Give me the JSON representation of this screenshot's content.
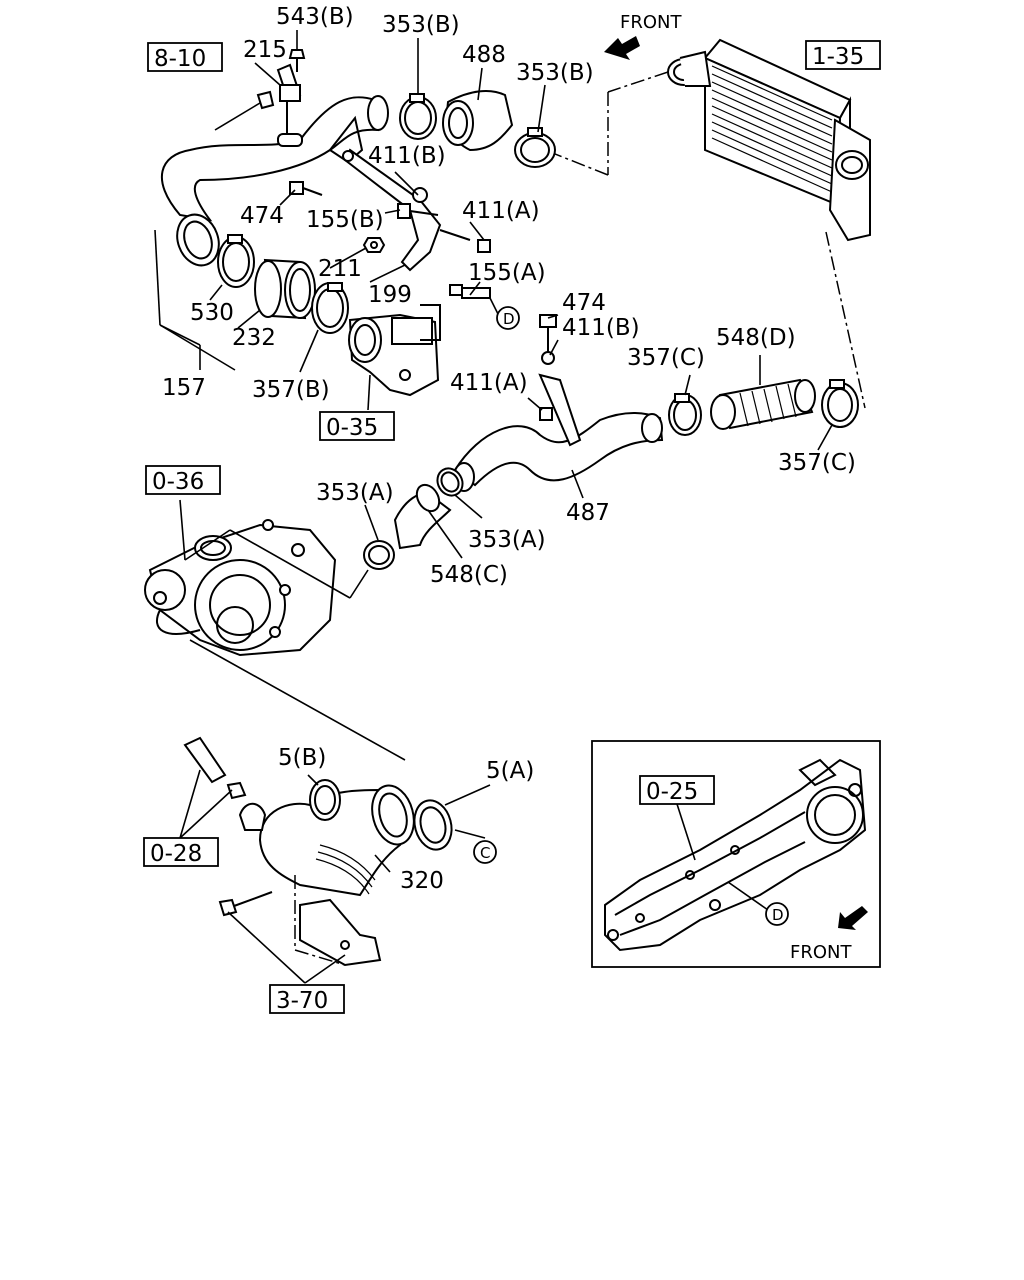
{
  "labels": {
    "p543b": "543(B)",
    "p353b_top": "353(B)",
    "p215": "215",
    "p488": "488",
    "p353b_right": "353(B)",
    "p411b_top": "411(B)",
    "p474_left": "474",
    "p155b": "155(B)",
    "p411a_top": "411(A)",
    "p211": "211",
    "p155a": "155(A)",
    "p199": "199",
    "p530": "530",
    "p232": "232",
    "p157": "157",
    "p357b": "357(B)",
    "p474_right": "474",
    "p411b_right": "411(B)",
    "p357c_top": "357(C)",
    "p548d": "548(D)",
    "p411a_right": "411(A)",
    "p357c_bottom": "357(C)",
    "p353a_left": "353(A)",
    "p487": "487",
    "p353a_mid": "353(A)",
    "p548c": "548(C)",
    "p5b": "5(B)",
    "p5a": "5(A)",
    "p320": "320"
  },
  "references": {
    "r8_10": "8-10",
    "r1_35": "1-35",
    "r0_35": "0-35",
    "r0_36": "0-36",
    "r0_28": "0-28",
    "r3_70": "3-70",
    "r0_25": "0-25"
  },
  "circle_markers": {
    "d_top": "D",
    "c_mid": "C",
    "d_inset": "D"
  },
  "front_labels": {
    "top": "FRONT",
    "inset": "FRONT"
  },
  "icons": {
    "front_arrow": "front-arrow-icon"
  }
}
